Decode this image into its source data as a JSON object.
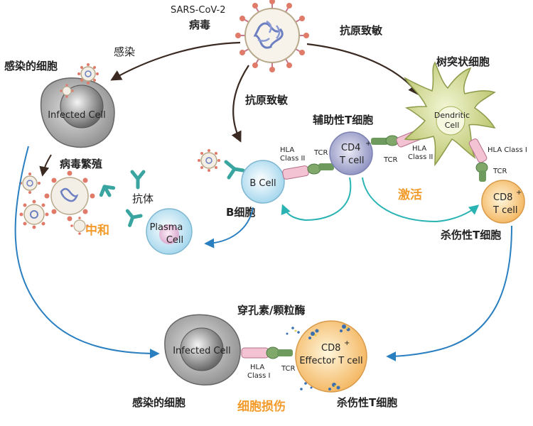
{
  "virus": {
    "name": "SARS-CoV-2",
    "label": "病毒"
  },
  "arrows": {
    "infect": "感染",
    "antigen_left": "抗原致敏",
    "antigen_right": "抗原致敏"
  },
  "infected_top": {
    "label": "感染的细胞",
    "cell": "Infected Cell",
    "replicate": "病毒繁殖"
  },
  "antibody": {
    "label": "抗体",
    "neutralize": "中和"
  },
  "plasma": {
    "line1": "Plasma",
    "line2": "Cell"
  },
  "bcell": {
    "cell": "B Cell",
    "label": "B细胞"
  },
  "helper": {
    "label": "辅助性T细胞",
    "line1": "CD4",
    "sup": "+",
    "line2": "T cell"
  },
  "hla2": {
    "line1": "HLA",
    "line2": "Class II"
  },
  "tcr": "TCR",
  "dendritic": {
    "label": "树突状细胞",
    "line1": "Dendritic",
    "line2": "Cell"
  },
  "hla1": {
    "full": "HLA Class I",
    "line1": "HLA",
    "line2": "Class I"
  },
  "cd8": {
    "line1": "CD8",
    "sup": "+",
    "line2": "T cell",
    "label": "杀伤性T细胞"
  },
  "activate": "激活",
  "bottom": {
    "perforin": "穿孔素/颗粒酶",
    "infected_cell": "Infected Cell",
    "infected_label": "感染的细胞",
    "effector_line1": "CD8",
    "effector_sup": "+",
    "effector_line2": "Effector T cell",
    "killer_label": "杀伤性T细胞",
    "damage": "细胞损伤"
  },
  "colors": {
    "orange": "#f29b2b",
    "teal": "#2ab3b3",
    "blue": "#2a7fc0",
    "arrow_dark": "#3a2a22"
  }
}
